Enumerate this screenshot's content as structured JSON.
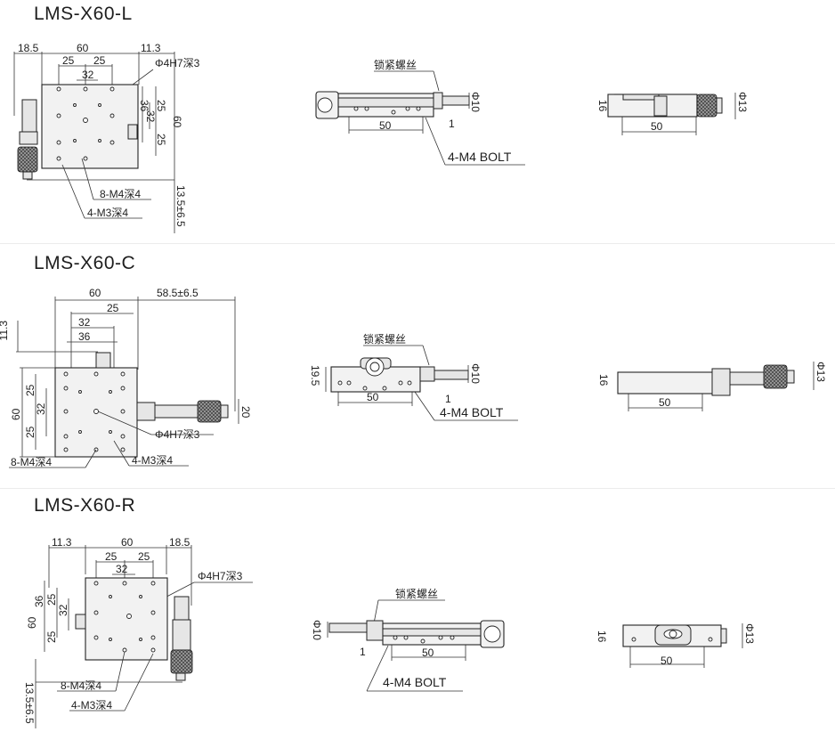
{
  "sections": [
    {
      "title": "LMS-X60-L",
      "top": {
        "dims": [
          "18.5",
          "60",
          "11.3",
          "25",
          "25",
          "32",
          "Φ4H7深3",
          "36",
          "32",
          "25",
          "25",
          "60",
          "8-M4深4",
          "4-M3深4",
          "13.5±6.5"
        ]
      },
      "front": {
        "lock": "锁紧螺丝",
        "d10": "Φ10",
        "one": "1",
        "w50": "50",
        "bolt": "4-M4 BOLT"
      },
      "side": {
        "h16": "16",
        "d13": "Φ13",
        "w50": "50"
      }
    },
    {
      "title": "LMS-X60-C",
      "top": {
        "dims": [
          "60",
          "58.5±6.5",
          "25",
          "32",
          "36",
          "11.3",
          "25",
          "32",
          "25",
          "60",
          "20",
          "Φ4H7深3",
          "8-M4深4",
          "4-M3深4"
        ]
      },
      "front": {
        "h195": "19.5",
        "lock": "锁紧螺丝",
        "d10": "Φ10",
        "one": "1",
        "w50": "50",
        "bolt": "4-M4 BOLT"
      },
      "side": {
        "h16": "16",
        "d13": "Φ13",
        "w50": "50"
      }
    },
    {
      "title": "LMS-X60-R",
      "top": {
        "dims": [
          "11.3",
          "60",
          "18.5",
          "25",
          "25",
          "32",
          "Φ4H7深3",
          "36",
          "32",
          "25",
          "25",
          "60",
          "8-M4深4",
          "4-M3深4",
          "13.5±6.5"
        ]
      },
      "front": {
        "lock": "锁紧螺丝",
        "d10": "Φ10",
        "one": "1",
        "w50": "50",
        "bolt": "4-M4 BOLT"
      },
      "side": {
        "h16": "16",
        "d13": "Φ13",
        "w50": "50"
      }
    }
  ]
}
